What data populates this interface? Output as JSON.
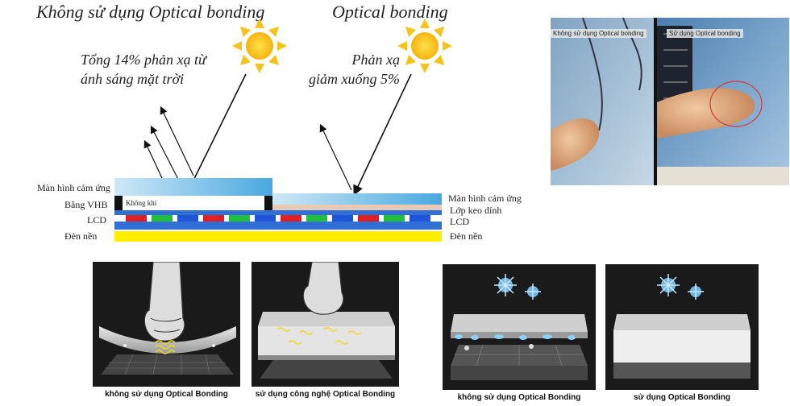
{
  "diagram": {
    "left_title": "Không sử dụng Optical bonding",
    "right_title": "Optical bonding",
    "left_note": [
      "Tổng 14% phản xạ từ",
      "ánh sáng mặt trời"
    ],
    "right_note": [
      "Phản xạ",
      "giảm xuống 5%"
    ],
    "left_labels": {
      "touch": "Màn hình cảm ứng",
      "vhb": "Băng VHB",
      "lcd": "LCD",
      "backlight": "Đèn nền"
    },
    "air_gap": "Không khí",
    "right_labels": {
      "touch": "Màn hình cảm ứng",
      "adhesive": "Lớp keo dính",
      "lcd": "LCD",
      "backlight": "Đèn nền"
    },
    "colors": {
      "touch_glass": "#6db8e6",
      "lcd_blue": "#2f6fd6",
      "backlight": "#ffee00",
      "sun": "#f7c21b"
    }
  },
  "photo": {
    "left_label": "Không sử dụng Optical bonding",
    "right_label": "Sử dụng Optical bonding"
  },
  "panels": {
    "impact_without": "không sử dụng Optical Bonding",
    "impact_with": "sử dụng công nghệ Optical Bonding",
    "fog_without": "không sử dụng Optical Bonding",
    "fog_with": "sử dụng Optical Bonding"
  }
}
